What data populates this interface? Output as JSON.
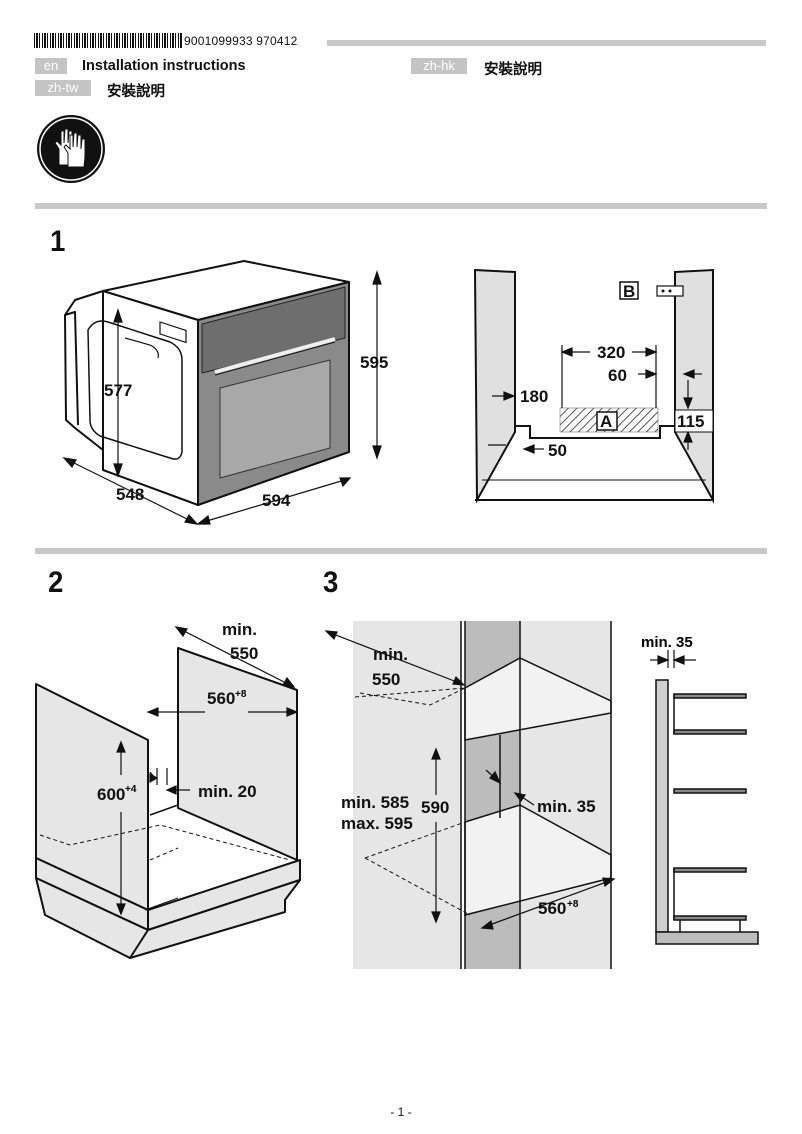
{
  "header": {
    "doc_number": "9001099933  970412",
    "languages": [
      {
        "code": "en",
        "title": "Installation instructions"
      },
      {
        "code": "zh-hk",
        "title": "安裝說明"
      },
      {
        "code": "zh-tw",
        "title": "安裝說明"
      }
    ],
    "safety_icon": "gloves-icon"
  },
  "figure1": {
    "number": "1",
    "oven_dims": {
      "depth_top": "577",
      "height": "595",
      "depth": "548",
      "width": "594"
    },
    "cabinet_labels": {
      "b": "B",
      "a": "A",
      "w320": "320",
      "w60": "60",
      "w180": "180",
      "h115": "115",
      "w50": "50"
    }
  },
  "figure2": {
    "number": "2",
    "labels": {
      "min": "min.",
      "depth": "550",
      "width": "560",
      "width_tol": "+8",
      "height": "600",
      "height_tol": "+4",
      "gap": "min. 20"
    }
  },
  "figure3": {
    "number": "3",
    "labels": {
      "min": "min.",
      "depth": "550",
      "h_min": "min. 585",
      "h_max": "max. 595",
      "h590": "590",
      "side_gap": "min. 35",
      "width": "560",
      "width_tol": "+8",
      "top_gap": "min. 35"
    }
  },
  "footer": {
    "page": "- 1 -"
  },
  "colors": {
    "rule": "#c8c8c8",
    "lang_bg": "#c4c4c4",
    "hatch": "#555555"
  }
}
